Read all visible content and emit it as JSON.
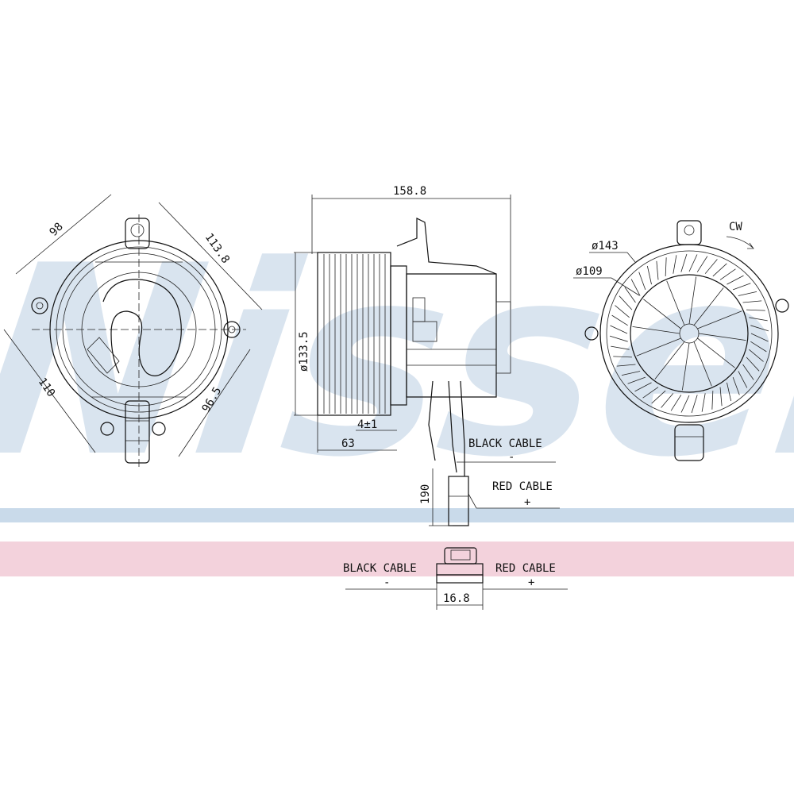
{
  "watermark": {
    "text": "Nissens",
    "color": "#d9e4ef"
  },
  "bands": {
    "blue_color": "#c9daea",
    "pink_color": "#f3d2dc"
  },
  "front_view": {
    "dim_top_left": "98",
    "dim_top_right": "113.8",
    "dim_left": "110",
    "dim_right": "96.5"
  },
  "side_view": {
    "dim_length": "158.8",
    "dim_diameter": "ø133.5",
    "dim_tolerance": "4±1",
    "dim_fan_width": "63",
    "dim_cable_length": "190",
    "black_cable_label": "BLACK CABLE",
    "black_cable_sign": "-",
    "red_cable_label": "RED CABLE",
    "red_cable_sign": "+"
  },
  "rear_view": {
    "rotation_label": "CW",
    "dim_outer": "ø143",
    "dim_inner": "ø109"
  },
  "connector_view": {
    "black_cable_label": "BLACK CABLE",
    "black_cable_sign": "-",
    "red_cable_label": "RED CABLE",
    "red_cable_sign": "+",
    "dim_connector_width": "16.8"
  }
}
